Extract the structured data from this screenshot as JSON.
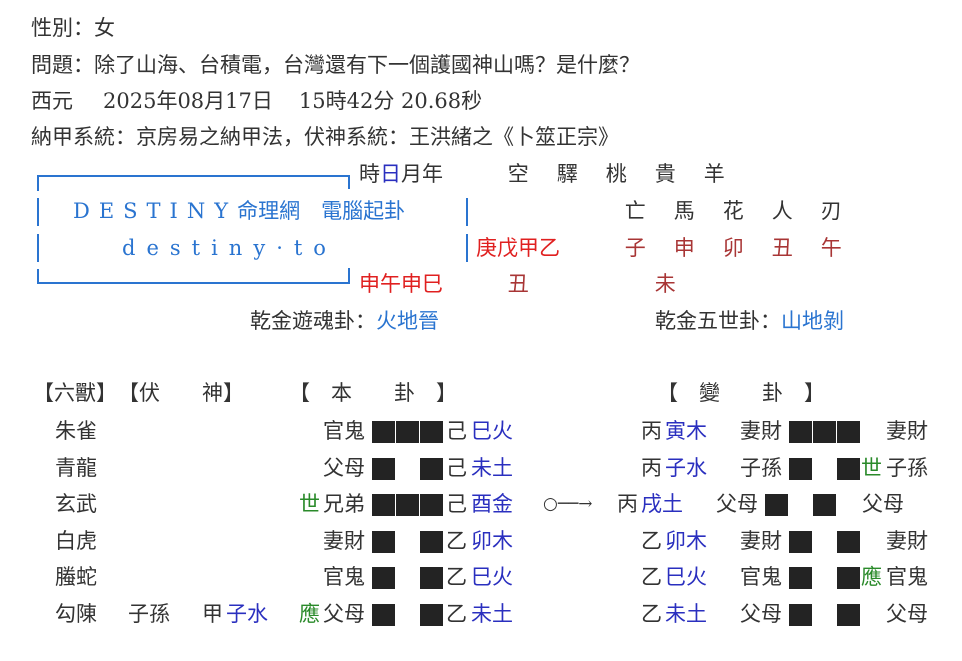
{
  "header": {
    "gender_label": "性別：",
    "gender_value": "女",
    "question_label": "問題：",
    "question_value": "除了山海、台積電，台灣還有下一個護國神山嗎？是什麼？",
    "date_prefix": "西元",
    "date_value": "2025年08月17日",
    "time_value": "15時42分 20.68秒",
    "system_text": "納甲系統：京房易之納甲法，伏神系統：王洪緒之《卜筮正宗》"
  },
  "logo": {
    "line1": "DESTINY",
    "line1_suffix": "命理網　電腦起卦",
    "line2": "destiny·to",
    "color": "#2a74d0"
  },
  "pillars": {
    "labels": [
      "時",
      "日",
      "月",
      "年"
    ],
    "stems": "庚戊甲乙",
    "branches": "申午申巳",
    "highlight_label_index": 1
  },
  "shensha": {
    "headers_top": [
      "空",
      "驛",
      "桃",
      "貴",
      "羊"
    ],
    "headers_bottom": [
      "亡",
      "馬",
      "花",
      "人",
      "刃"
    ],
    "values": [
      "子",
      "申",
      "卯",
      "丑",
      "午"
    ],
    "kong_extra": [
      "丑",
      "未"
    ]
  },
  "gua_names": {
    "main_label": "乾金遊魂卦：",
    "main_value": "火地晉",
    "changed_label": "乾金五世卦：",
    "changed_value": "山地剝"
  },
  "table_headers": {
    "liushou": "【六獸】",
    "fushen": "【伏　　神】",
    "bengua": "【　本　　卦　】",
    "biangua": "【　變　　卦　】"
  },
  "rows": [
    {
      "beast": "朱雀",
      "fushen_rel": "",
      "fushen_stem": "",
      "fushen_branch": "",
      "mark": "",
      "relation": "官鬼",
      "yao": "yang",
      "stem": "己",
      "branch": "巳火",
      "moving": false,
      "b_stem": "丙",
      "b_branch": "寅木",
      "b_relation": "妻財",
      "b_yao": "yang",
      "b_mark": "",
      "b_relation2": "妻財"
    },
    {
      "beast": "青龍",
      "fushen_rel": "",
      "fushen_stem": "",
      "fushen_branch": "",
      "mark": "",
      "relation": "父母",
      "yao": "yin",
      "stem": "己",
      "branch": "未土",
      "moving": false,
      "b_stem": "丙",
      "b_branch": "子水",
      "b_relation": "子孫",
      "b_yao": "yin",
      "b_mark": "世",
      "b_relation2": "子孫"
    },
    {
      "beast": "玄武",
      "fushen_rel": "",
      "fushen_stem": "",
      "fushen_branch": "",
      "mark": "世",
      "relation": "兄弟",
      "yao": "yang",
      "stem": "己",
      "branch": "酉金",
      "moving": true,
      "move_symbol": "○──→",
      "b_stem": "丙",
      "b_branch": "戌土",
      "b_relation": "父母",
      "b_yao": "yin",
      "b_mark": "",
      "b_relation2": "父母"
    },
    {
      "beast": "白虎",
      "fushen_rel": "",
      "fushen_stem": "",
      "fushen_branch": "",
      "mark": "",
      "relation": "妻財",
      "yao": "yin",
      "stem": "乙",
      "branch": "卯木",
      "moving": false,
      "b_stem": "乙",
      "b_branch": "卯木",
      "b_relation": "妻財",
      "b_yao": "yin",
      "b_mark": "",
      "b_relation2": "妻財"
    },
    {
      "beast": "螣蛇",
      "fushen_rel": "",
      "fushen_stem": "",
      "fushen_branch": "",
      "mark": "",
      "relation": "官鬼",
      "yao": "yin",
      "stem": "乙",
      "branch": "巳火",
      "moving": false,
      "b_stem": "乙",
      "b_branch": "巳火",
      "b_relation": "官鬼",
      "b_yao": "yin",
      "b_mark": "應",
      "b_relation2": "官鬼"
    },
    {
      "beast": "勾陳",
      "fushen_rel": "子孫",
      "fushen_stem": "甲",
      "fushen_branch": "子水",
      "mark": "應",
      "relation": "父母",
      "yao": "yin",
      "stem": "乙",
      "branch": "未土",
      "moving": false,
      "b_stem": "乙",
      "b_branch": "未土",
      "b_relation": "父母",
      "b_yao": "yin",
      "b_mark": "",
      "b_relation2": "父母"
    }
  ],
  "colors": {
    "logo_blue": "#2a74d0",
    "branch_blue": "#2a2fbf",
    "stem_red": "#e02020",
    "shensha_red": "#a83535",
    "shi_ying_green": "#2a8a2a",
    "yao_block": "#232323"
  }
}
